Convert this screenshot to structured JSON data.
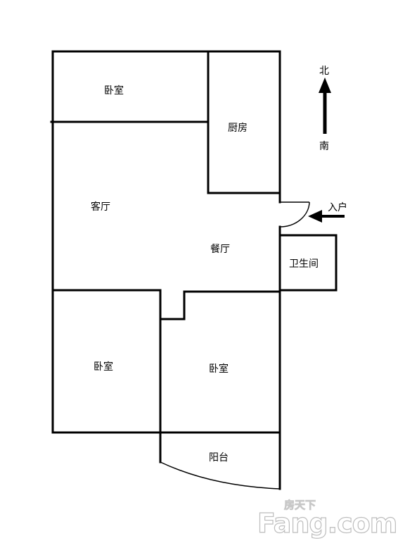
{
  "rooms": {
    "bedroom_north": "卧室",
    "kitchen": "厨房",
    "living_room": "客厅",
    "dining_room": "餐厅",
    "bathroom": "卫生间",
    "bedroom_southwest": "卧室",
    "bedroom_southeast": "卧室",
    "balcony": "阳台"
  },
  "entrance": {
    "label": "入户"
  },
  "compass": {
    "north": "北",
    "south": "南"
  },
  "watermark": {
    "top": "房天下",
    "main": "Fang.com"
  }
}
